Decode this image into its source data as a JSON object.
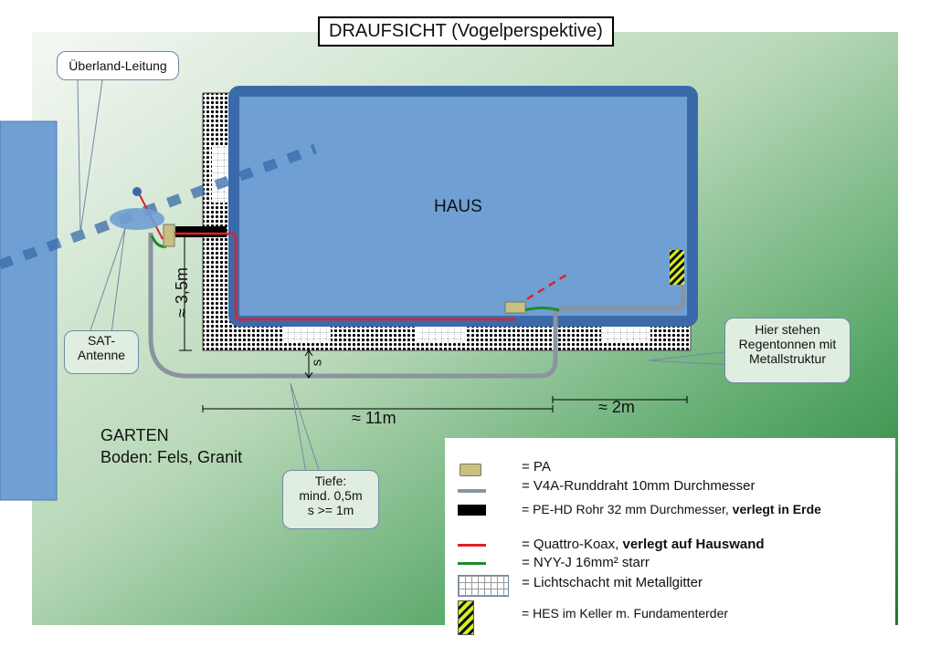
{
  "title": "DRAUFSICHT (Vogelperspektive)",
  "labels": {
    "house": "HAUS",
    "garden": "GARTEN",
    "soil": "Boden: Fels, Granit",
    "dim_height": "≈ 3,5m",
    "dim_s": "s",
    "dim_length": "≈ 11m",
    "dim_2m": "≈ 2m"
  },
  "callouts": {
    "overhead_line": "Überland-Leitung",
    "sat_antenna": [
      "SAT-",
      "Antenne"
    ],
    "rain_barrels": [
      "Hier stehen",
      "Regentonnen mit",
      "Metallstruktur"
    ],
    "depth": [
      "Tiefe:",
      "mind. 0,5m",
      "s >= 1m"
    ]
  },
  "legend": [
    {
      "symbol": "pa-box-icon",
      "text": "= PA"
    },
    {
      "symbol": "gray-line-icon",
      "text": "= V4A-Runddraht 10mm Durchmesser"
    },
    {
      "symbol": "black-bar-icon",
      "text": "= PE-HD Rohr 32 mm Durchmesser, ",
      "bold": "verlegt in Erde"
    },
    {
      "symbol": "red-line-icon",
      "text": "= Quattro-Koax, ",
      "bold": "verlegt auf Hauswand"
    },
    {
      "symbol": "green-line-icon",
      "text": "= NYY-J 16mm² starr"
    },
    {
      "symbol": "grid-icon",
      "text": "= Lichtschacht mit Metallgitter"
    },
    {
      "symbol": "hatch-icon",
      "text": "= HES im Keller m. Fundamenterder"
    }
  ],
  "colors": {
    "house": "#6f9fd3",
    "house_border": "#3a6aaa",
    "wire": "#8a94a0",
    "coax": "#e0202a",
    "nyy": "#1f8a2a",
    "pa": "#c8c080",
    "ground_dark": "#1a7a2a"
  }
}
